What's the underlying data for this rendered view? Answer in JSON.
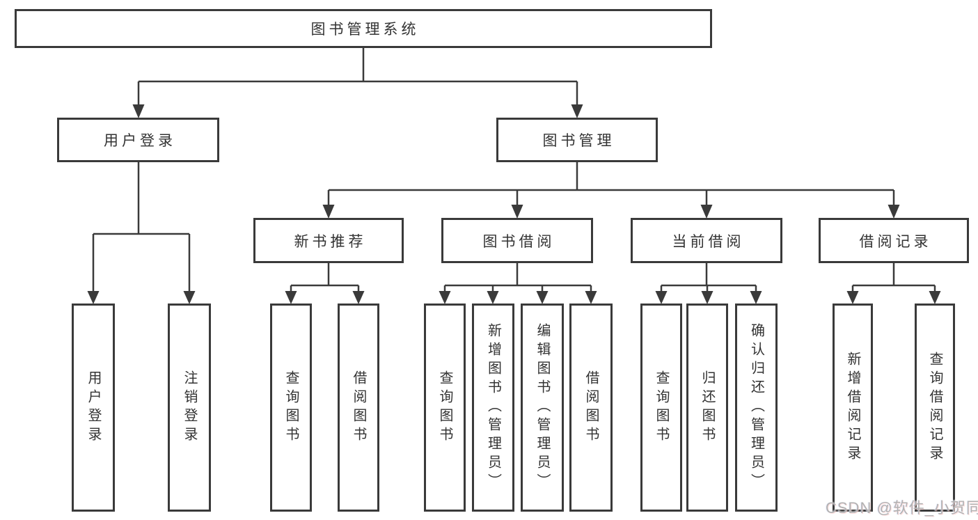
{
  "diagram": {
    "type": "hierarchy-tree",
    "root": {
      "label": "图书管理系统"
    },
    "user_login_branch": {
      "label": "用户登录",
      "children": [
        {
          "label": "用户登录"
        },
        {
          "label": "注销登录"
        }
      ]
    },
    "book_mgmt_branch": {
      "label": "图书管理",
      "sections": [
        {
          "label": "新书推荐",
          "children": [
            {
              "label": "查询图书"
            },
            {
              "label": "借阅图书"
            }
          ]
        },
        {
          "label": "图书借阅",
          "children": [
            {
              "label": "查询图书"
            },
            {
              "label": "新增图书（管理员）"
            },
            {
              "label": "编辑图书（管理员）"
            },
            {
              "label": "借阅图书"
            }
          ]
        },
        {
          "label": "当前借阅",
          "children": [
            {
              "label": "查询图书"
            },
            {
              "label": "归还图书"
            },
            {
              "label": "确认归还（管理员）"
            }
          ]
        },
        {
          "label": "借阅记录",
          "children": [
            {
              "label": "新增借阅记录"
            },
            {
              "label": "查询借阅记录"
            }
          ]
        }
      ]
    }
  },
  "watermark": {
    "text": "CSDN @软件_小贺同学"
  },
  "colors": {
    "line": "#3a3a3a",
    "box_border": "#3a3a3a",
    "box_fill": "#ffffff",
    "text": "#333333",
    "watermark": "#b2b2b2"
  }
}
